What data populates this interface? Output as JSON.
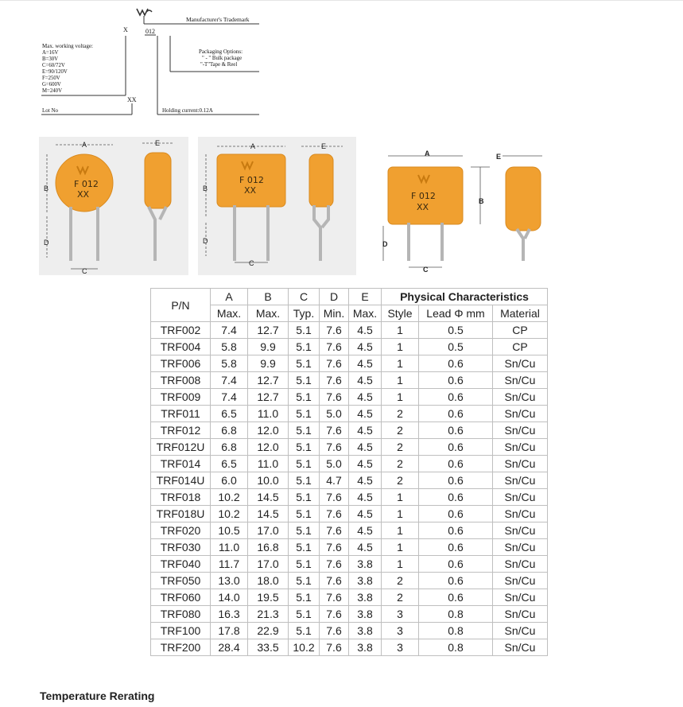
{
  "part_number_diagram": {
    "code": "012",
    "separator": "X",
    "lot_code": "XX",
    "manufacturer_label": "Manufacturer's Trademark",
    "voltage_title": "Max. working voltage:",
    "voltage_options": [
      "A=16V",
      "B=30V",
      "C=60/72V",
      "E=90/120V",
      "F=250V",
      "G=600V",
      "M=240V"
    ],
    "packaging_title": "Packaging Options:",
    "packaging_options": [
      "\" - \" Bulk package",
      "\"-T\"Tape & Reel"
    ],
    "lot_label": "Lot No",
    "holding_label": "Holding current:0.12A"
  },
  "photos": [
    {
      "marking_line1": "F 012",
      "marking_line2": "XX",
      "dim_labels": [
        "A",
        "B",
        "D",
        "C",
        "E"
      ]
    },
    {
      "marking_line1": "F 012",
      "marking_line2": "XX",
      "dim_labels": [
        "A",
        "B",
        "D",
        "C",
        "E"
      ]
    },
    {
      "marking_line1": "F 012",
      "marking_line2": "XX",
      "dim_labels": [
        "A",
        "B",
        "D",
        "C",
        "E"
      ]
    }
  ],
  "table": {
    "header_row1": {
      "pn": "P/N",
      "a": "A",
      "b": "B",
      "c": "C",
      "d": "D",
      "e": "E",
      "physical": "Physical Characteristics"
    },
    "header_row2": {
      "a": "Max.",
      "b": "Max.",
      "c": "Typ.",
      "d": "Min.",
      "e": "Max.",
      "style": "Style",
      "lead": "Lead Φ mm",
      "material": "Material"
    },
    "rows": [
      [
        "TRF002",
        "7.4",
        "12.7",
        "5.1",
        "7.6",
        "4.5",
        "1",
        "0.5",
        "CP"
      ],
      [
        "TRF004",
        "5.8",
        "9.9",
        "5.1",
        "7.6",
        "4.5",
        "1",
        "0.5",
        "CP"
      ],
      [
        "TRF006",
        "5.8",
        "9.9",
        "5.1",
        "7.6",
        "4.5",
        "1",
        "0.6",
        "Sn/Cu"
      ],
      [
        "TRF008",
        "7.4",
        "12.7",
        "5.1",
        "7.6",
        "4.5",
        "1",
        "0.6",
        "Sn/Cu"
      ],
      [
        "TRF009",
        "7.4",
        "12.7",
        "5.1",
        "7.6",
        "4.5",
        "1",
        "0.6",
        "Sn/Cu"
      ],
      [
        "TRF011",
        "6.5",
        "11.0",
        "5.1",
        "5.0",
        "4.5",
        "2",
        "0.6",
        "Sn/Cu"
      ],
      [
        "TRF012",
        "6.8",
        "12.0",
        "5.1",
        "7.6",
        "4.5",
        "2",
        "0.6",
        "Sn/Cu"
      ],
      [
        "TRF012U",
        "6.8",
        "12.0",
        "5.1",
        "7.6",
        "4.5",
        "2",
        "0.6",
        "Sn/Cu"
      ],
      [
        "TRF014",
        "6.5",
        "11.0",
        "5.1",
        "5.0",
        "4.5",
        "2",
        "0.6",
        "Sn/Cu"
      ],
      [
        "TRF014U",
        "6.0",
        "10.0",
        "5.1",
        "4.7",
        "4.5",
        "2",
        "0.6",
        "Sn/Cu"
      ],
      [
        "TRF018",
        "10.2",
        "14.5",
        "5.1",
        "7.6",
        "4.5",
        "1",
        "0.6",
        "Sn/Cu"
      ],
      [
        "TRF018U",
        "10.2",
        "14.5",
        "5.1",
        "7.6",
        "4.5",
        "1",
        "0.6",
        "Sn/Cu"
      ],
      [
        "TRF020",
        "10.5",
        "17.0",
        "5.1",
        "7.6",
        "4.5",
        "1",
        "0.6",
        "Sn/Cu"
      ],
      [
        "TRF030",
        "11.0",
        "16.8",
        "5.1",
        "7.6",
        "4.5",
        "1",
        "0.6",
        "Sn/Cu"
      ],
      [
        "TRF040",
        "11.7",
        "17.0",
        "5.1",
        "7.6",
        "3.8",
        "1",
        "0.6",
        "Sn/Cu"
      ],
      [
        "TRF050",
        "13.0",
        "18.0",
        "5.1",
        "7.6",
        "3.8",
        "2",
        "0.6",
        "Sn/Cu"
      ],
      [
        "TRF060",
        "14.0",
        "19.5",
        "5.1",
        "7.6",
        "3.8",
        "2",
        "0.6",
        "Sn/Cu"
      ],
      [
        "TRF080",
        "16.3",
        "21.3",
        "5.1",
        "7.6",
        "3.8",
        "3",
        "0.8",
        "Sn/Cu"
      ],
      [
        "TRF100",
        "17.8",
        "22.9",
        "5.1",
        "7.6",
        "3.8",
        "3",
        "0.8",
        "Sn/Cu"
      ],
      [
        "TRF200",
        "28.4",
        "33.5",
        "10.2",
        "7.6",
        "3.8",
        "3",
        "0.8",
        "Sn/Cu"
      ]
    ]
  },
  "section_heading": "Temperature Rerating",
  "colors": {
    "device_orange": "#f0a030",
    "device_orange_dark": "#d98a1f",
    "lead_gray": "#b5b5b5",
    "table_border": "#bfbfbf"
  }
}
